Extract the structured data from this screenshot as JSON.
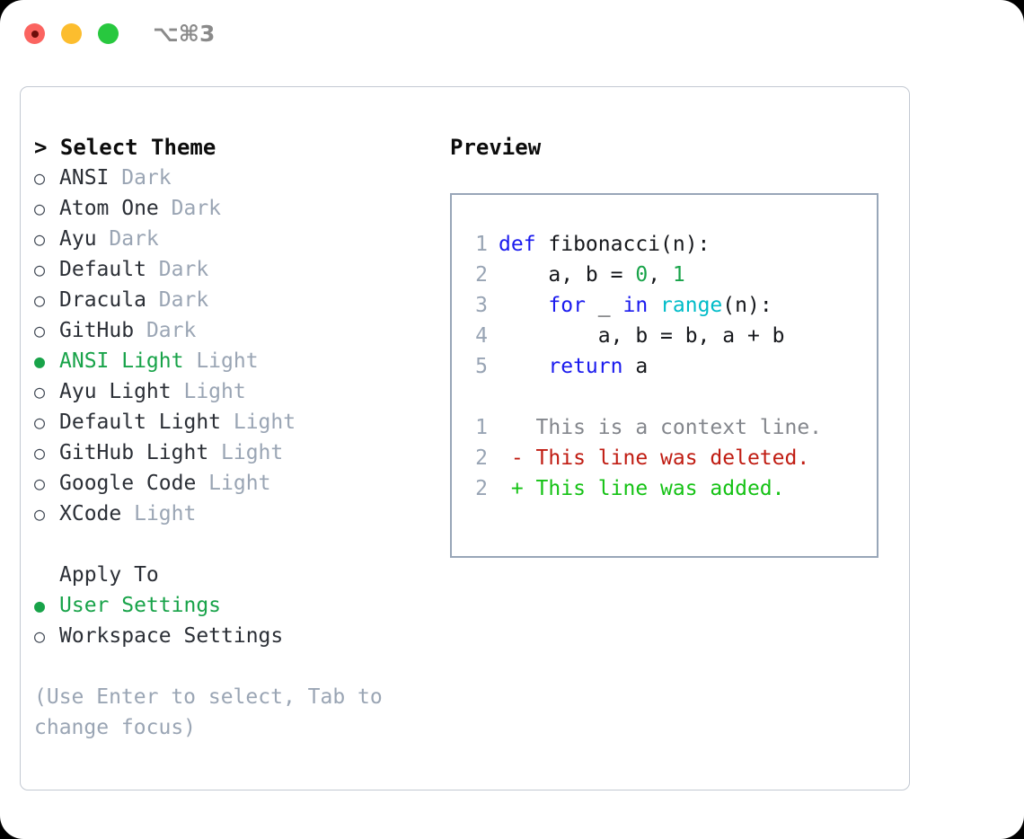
{
  "titlebar": {
    "shortcut": "⌥⌘3",
    "buttons": [
      "close",
      "minimize",
      "maximize"
    ]
  },
  "theme_panel": {
    "header": "> Select Theme",
    "themes": [
      {
        "marker": "○",
        "name": "ANSI",
        "variant": "Dark",
        "selected": false
      },
      {
        "marker": "○",
        "name": "Atom One",
        "variant": "Dark",
        "selected": false
      },
      {
        "marker": "○",
        "name": "Ayu",
        "variant": "Dark",
        "selected": false
      },
      {
        "marker": "○",
        "name": "Default",
        "variant": "Dark",
        "selected": false
      },
      {
        "marker": "○",
        "name": "Dracula",
        "variant": "Dark",
        "selected": false
      },
      {
        "marker": "○",
        "name": "GitHub",
        "variant": "Dark",
        "selected": false
      },
      {
        "marker": "●",
        "name": "ANSI Light",
        "variant": "Light",
        "selected": true
      },
      {
        "marker": "○",
        "name": "Ayu Light",
        "variant": "Light",
        "selected": false
      },
      {
        "marker": "○",
        "name": "Default Light",
        "variant": "Light",
        "selected": false
      },
      {
        "marker": "○",
        "name": "GitHub Light",
        "variant": "Light",
        "selected": false
      },
      {
        "marker": "○",
        "name": "Google Code",
        "variant": "Light",
        "selected": false
      },
      {
        "marker": "○",
        "name": "XCode",
        "variant": "Light",
        "selected": false
      }
    ],
    "apply_to": {
      "title": "Apply To",
      "options": [
        {
          "marker": "●",
          "name": "User Settings",
          "selected": true
        },
        {
          "marker": "○",
          "name": "Workspace Settings",
          "selected": false
        }
      ]
    },
    "hint": "(Use Enter to select, Tab to change focus)"
  },
  "preview": {
    "label": "Preview",
    "code": [
      {
        "lineno": "1",
        "segments": [
          {
            "text": "def ",
            "style": "tok-kw"
          },
          {
            "text": "fibonacci(n):",
            "style": "tok-txt"
          }
        ]
      },
      {
        "lineno": "2",
        "segments": [
          {
            "text": "    a, b = ",
            "style": "tok-txt"
          },
          {
            "text": "0",
            "style": "tok-num"
          },
          {
            "text": ", ",
            "style": "tok-txt"
          },
          {
            "text": "1",
            "style": "tok-num"
          }
        ]
      },
      {
        "lineno": "3",
        "segments": [
          {
            "text": "    ",
            "style": "tok-txt"
          },
          {
            "text": "for",
            "style": "tok-kw"
          },
          {
            "text": " _ ",
            "style": "tok-txt"
          },
          {
            "text": "in",
            "style": "tok-kw"
          },
          {
            "text": " ",
            "style": "tok-txt"
          },
          {
            "text": "range",
            "style": "tok-fn"
          },
          {
            "text": "(n):",
            "style": "tok-txt"
          }
        ]
      },
      {
        "lineno": "4",
        "segments": [
          {
            "text": "        a, b = b, a + b",
            "style": "tok-txt"
          }
        ]
      },
      {
        "lineno": "5",
        "segments": [
          {
            "text": "    ",
            "style": "tok-txt"
          },
          {
            "text": "return",
            "style": "tok-kw"
          },
          {
            "text": " a",
            "style": "tok-txt"
          }
        ]
      }
    ],
    "diff": [
      {
        "lineno": "1",
        "segments": [
          {
            "text": "   This is a context line.",
            "style": "tok-ctx"
          }
        ]
      },
      {
        "lineno": "2",
        "segments": [
          {
            "text": " - This line was deleted.",
            "style": "tok-del"
          }
        ]
      },
      {
        "lineno": "2",
        "segments": [
          {
            "text": " + This line was added.",
            "style": "tok-add"
          }
        ]
      }
    ]
  },
  "colors": {
    "accent_green": "#18a349",
    "muted": "#9aa5b4",
    "text": "#2b2f36",
    "keyword_blue": "#1a1aee",
    "builtin_cyan": "#00bcc8",
    "diff_deleted": "#c01c12",
    "diff_added": "#15c215",
    "border": "#98a6b8",
    "frame_border": "#c3c9d2"
  }
}
